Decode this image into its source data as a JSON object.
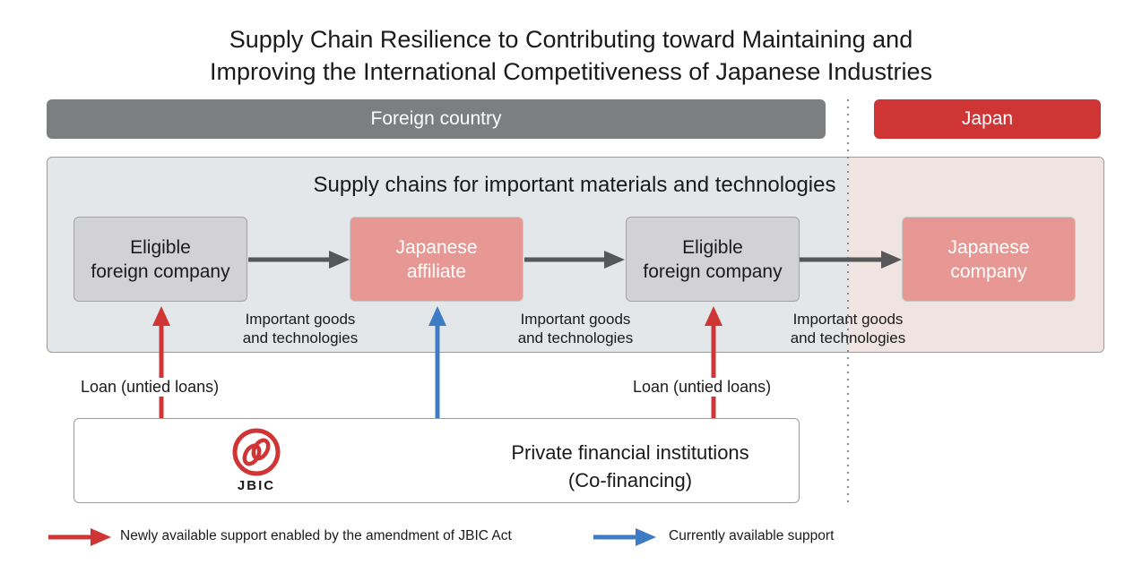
{
  "title": {
    "line1": "Supply Chain Resilience to Contributing toward Maintaining and",
    "line2": "Improving the International Competitiveness of Japanese Industries"
  },
  "regions": {
    "foreign": "Foreign country",
    "japan": "Japan"
  },
  "supply_chain": {
    "title": "Supply chains for important materials and technologies",
    "nodes": [
      {
        "label": "Eligible\nforeign company"
      },
      {
        "label": "Japanese\naffiliate"
      },
      {
        "label": "Eligible\nforeign company"
      },
      {
        "label": "Japanese\ncompany"
      }
    ],
    "flow_label": "Important goods\nand technologies"
  },
  "loan_label": "Loan (untied loans)",
  "financiers": {
    "logo_text": "JBIC",
    "private": "Private financial institutions\n(Co-financing)"
  },
  "legend": {
    "new_support": "Newly available support enabled by the amendment of JBIC Act",
    "current_support": "Currently available support"
  },
  "colors": {
    "new_arrow": "#cf3535",
    "current_arrow": "#3d7cc4",
    "flow_arrow": "#555759",
    "foreign_band": "#7d7e80",
    "japan_band": "#cf3535"
  }
}
